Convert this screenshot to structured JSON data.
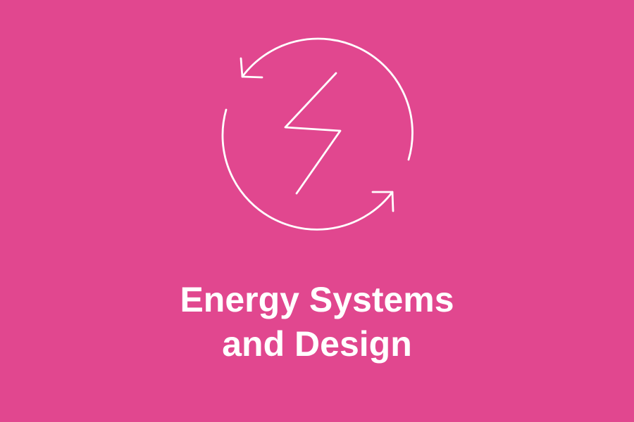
{
  "card": {
    "title": "Energy Systems and Design",
    "title_lines": [
      "Energy Systems",
      "and Design"
    ],
    "icon": "energy-cycle-icon",
    "colors": {
      "background": "#e1478f",
      "foreground": "#ffffff"
    }
  }
}
